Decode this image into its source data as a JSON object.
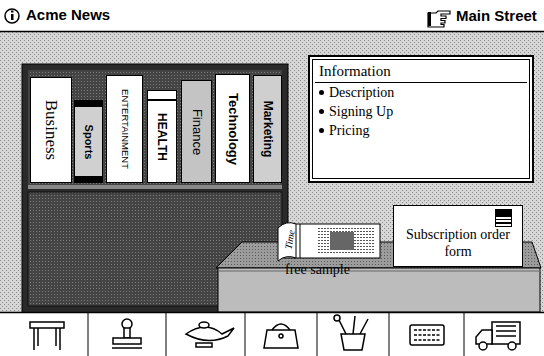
{
  "diagram": {
    "title": "Acme News",
    "nodes": [
      {
        "text": [
          "Business"
        ]
      },
      {
        "text": [
          "Sports"
        ]
      },
      {
        "text": [
          "ENTERTAINMENT"
        ]
      },
      {
        "text": [
          "HEALTH"
        ]
      },
      {
        "text": [
          "Finance"
        ]
      },
      {
        "text": [
          "Technology"
        ]
      },
      {
        "text": [
          "Marketing"
        ]
      },
      {
        "text": [
          "Information",
          "Description",
          "Signing Up",
          "Pricing"
        ]
      },
      {
        "text": [
          "Time",
          "free sample"
        ]
      },
      {
        "text": [
          "Subscription order form"
        ]
      }
    ],
    "labels": [
      "Main Street"
    ]
  }
}
